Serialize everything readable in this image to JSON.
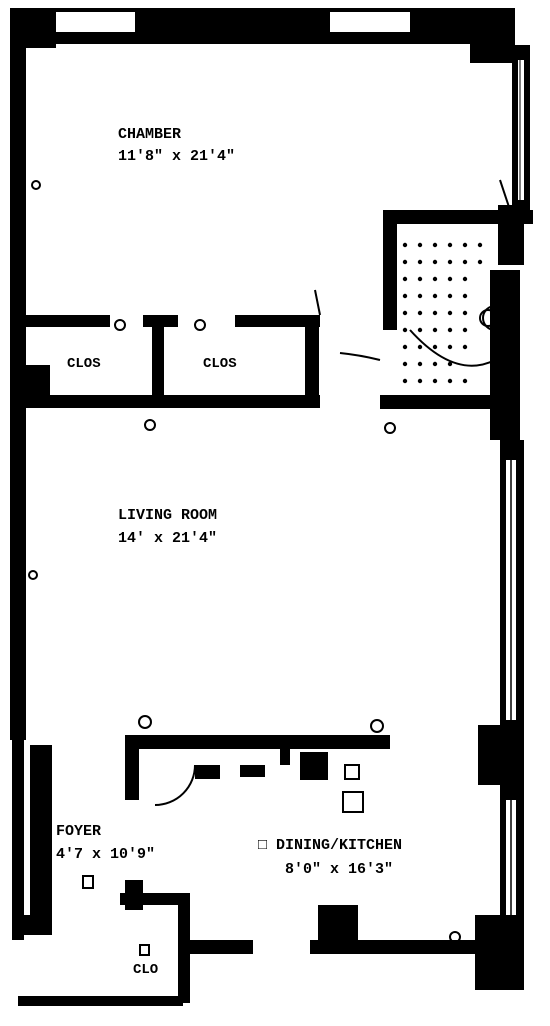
{
  "rooms": {
    "chamber": {
      "name": "CHAMBER",
      "size": "11'8\" x 21'4\""
    },
    "living": {
      "name": "LIVING ROOM",
      "size": "14' x 21'4\""
    },
    "foyer": {
      "name": "FOYER",
      "size": "4'7 x 10'9\""
    },
    "dining": {
      "name": "DINING/KITCHEN",
      "size": "8'0\" x 16'3\""
    }
  },
  "closets": {
    "left": "CLOS",
    "right": "CLOS",
    "foyer": "CLO"
  },
  "colors": {
    "ink": "#000000",
    "paper": "#ffffff"
  }
}
